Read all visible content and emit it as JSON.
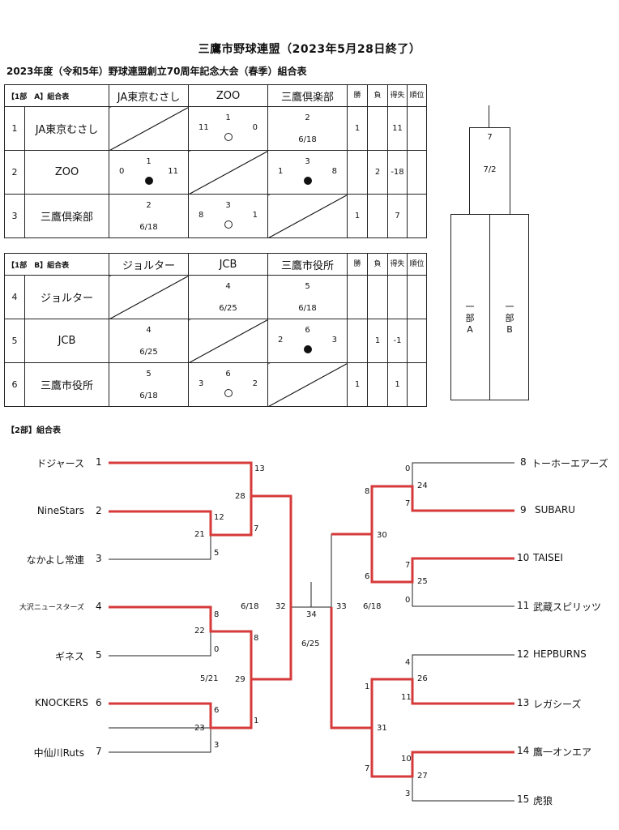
{
  "title": "三鷹市野球連盟（2023年5月28日終了）",
  "subtitle": "2023年度（令和5年）野球連盟創立70周年記念大会（春季）組合表",
  "colors": {
    "line": "#222222",
    "winner_line": "#d63a3a"
  },
  "group_a": {
    "label": "【1部　A】組合表",
    "columns": [
      "JA東京むさし",
      "ZOO",
      "三鷹倶楽部"
    ],
    "stat_headers": [
      "勝",
      "負",
      "得失",
      "順位"
    ],
    "rows": [
      {
        "no": "1",
        "name": "JA東京むさし",
        "win": "1",
        "lose": "",
        "diff": "11",
        "rank": "",
        "cells": [
          null,
          {
            "game": "1",
            "left": "11",
            "right": "0",
            "result": "win"
          },
          {
            "game": "2",
            "date": "6/18"
          }
        ]
      },
      {
        "no": "2",
        "name": "ZOO",
        "win": "",
        "lose": "2",
        "diff": "-18",
        "rank": "",
        "cells": [
          {
            "game": "1",
            "left": "0",
            "right": "11",
            "result": "lose"
          },
          null,
          {
            "game": "3",
            "left": "1",
            "right": "8",
            "result": "lose"
          }
        ]
      },
      {
        "no": "3",
        "name": "三鷹倶楽部",
        "win": "1",
        "lose": "",
        "diff": "7",
        "rank": "",
        "cells": [
          {
            "game": "2",
            "date": "6/18"
          },
          {
            "game": "3",
            "left": "8",
            "right": "1",
            "result": "win"
          },
          null
        ]
      }
    ]
  },
  "group_b": {
    "label": "【1部　B】組合表",
    "columns": [
      "ジョルター",
      "JCB",
      "三鷹市役所"
    ],
    "stat_headers": [
      "勝",
      "負",
      "得失",
      "順位"
    ],
    "rows": [
      {
        "no": "4",
        "name": "ジョルター",
        "win": "",
        "lose": "",
        "diff": "",
        "rank": "",
        "cells": [
          null,
          {
            "game": "4",
            "date": "6/25"
          },
          {
            "game": "5",
            "date": "6/18"
          }
        ]
      },
      {
        "no": "5",
        "name": "JCB",
        "win": "",
        "lose": "1",
        "diff": "-1",
        "rank": "",
        "cells": [
          {
            "game": "4",
            "date": "6/25"
          },
          null,
          {
            "game": "6",
            "left": "2",
            "right": "3",
            "result": "lose"
          }
        ]
      },
      {
        "no": "6",
        "name": "三鷹市役所",
        "win": "1",
        "lose": "",
        "diff": "1",
        "rank": "",
        "cells": [
          {
            "game": "5",
            "date": "6/18"
          },
          {
            "game": "6",
            "left": "3",
            "right": "2",
            "result": "win"
          },
          null
        ]
      }
    ]
  },
  "final1": {
    "game": "7",
    "date": "7/2",
    "left_label": "一部A",
    "right_label": "一部B"
  },
  "part2": {
    "label": "【2部】組合表",
    "left_teams": [
      {
        "name": "ドジャース",
        "no": "1"
      },
      {
        "name": "NineStars",
        "no": "2"
      },
      {
        "name": "なかよし常連",
        "no": "3"
      },
      {
        "name": "大沢ニュースターズ",
        "no": "4"
      },
      {
        "name": "ギネス",
        "no": "5"
      },
      {
        "name": "KNOCKERS",
        "no": "6"
      },
      {
        "name": "中仙川Ruts",
        "no": "7"
      }
    ],
    "right_teams": [
      {
        "no": "8",
        "name": "トーホーエアーズ"
      },
      {
        "no": "9",
        "name": "SUBARU"
      },
      {
        "no": "10",
        "name": "TAISEI"
      },
      {
        "no": "11",
        "name": "武蔵スピリッツ"
      },
      {
        "no": "12",
        "name": "HEPBURNS"
      },
      {
        "no": "13",
        "name": "レガシーズ"
      },
      {
        "no": "14",
        "name": "鷹一オンエア"
      },
      {
        "no": "15",
        "name": "虎狼"
      }
    ],
    "labels": {
      "s13": "13",
      "s12": "12",
      "s7a": "7",
      "s5": "5",
      "g21": "21",
      "g28": "28",
      "s8a": "8",
      "s0a": "0",
      "s8b": "8",
      "g22": "22",
      "s6": "6",
      "s3": "3",
      "g23": "23",
      "s1": "1",
      "g29": "29",
      "d1": "6/18",
      "d2": "5/21",
      "g32": "32",
      "g34": "34",
      "d3": "6/25",
      "g33": "33",
      "d4": "6/18",
      "g30": "30",
      "s8c": "8",
      "s6b": "6",
      "s0b": "0",
      "g24": "24",
      "s7b": "7",
      "s7c": "7",
      "g25": "25",
      "s0c": "0",
      "s4": "4",
      "g26": "26",
      "s11": "11",
      "s1b": "1",
      "g31": "31",
      "s7d": "7",
      "s10": "10",
      "g27": "27",
      "s3b": "3"
    }
  }
}
